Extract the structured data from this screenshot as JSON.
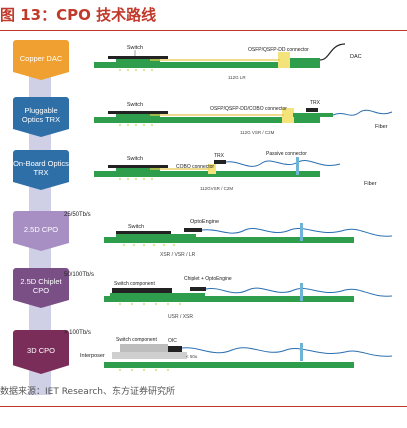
{
  "title": "图 13：CPO 技术路线",
  "stages": [
    {
      "label": "Copper DAC",
      "color": "#f0a030"
    },
    {
      "label": "Pluggable Optics TRX",
      "color": "#2f6fa8"
    },
    {
      "label": "On-Board Optics TRX",
      "color": "#2f6fa8"
    },
    {
      "label": "2.5D CPO",
      "color": "#a78fc4"
    },
    {
      "label": "2.5D Chiplet CPO",
      "color": "#7a4f86"
    },
    {
      "label": "3D CPO",
      "color": "#7b2d5a"
    }
  ],
  "panels": {
    "p1": {
      "switch": "Switch",
      "connector": "OSFP/QSFP-DD connector",
      "end": "DAC",
      "link": "112G LR"
    },
    "p2": {
      "switch": "Switch",
      "connector": "OSFP/QSFP-DD/COBO connector",
      "trx": "TRX",
      "link": "112G VSR / C2M",
      "end": "Fiber"
    },
    "p3": {
      "switch": "Switch",
      "cobo": "COBO connector",
      "trx": "TRX",
      "passive": "Passive connector",
      "link": "112GVSR / C2M",
      "end": "Fiber"
    },
    "p4": {
      "rate": "25/50Tb/s",
      "switch": "Switch",
      "engine": "OptoEngine",
      "link": "XSR / VSR / LR"
    },
    "p5": {
      "rate": "50/100Tb/s",
      "switch": "Switch component",
      "engine": "Chiplet + OptoEngine",
      "link": "USR / XSR"
    },
    "p6": {
      "rate": "> 100Tb/s",
      "switch": "Switch component",
      "interposer": "Interposer",
      "oic": "OIC",
      "dist": "< 50u"
    }
  },
  "source": "数据来源：IET Research、东方证券研究所",
  "colors": {
    "board": "#2e9e4c",
    "accent": "#c0392b",
    "wire": "#e6c84a"
  }
}
